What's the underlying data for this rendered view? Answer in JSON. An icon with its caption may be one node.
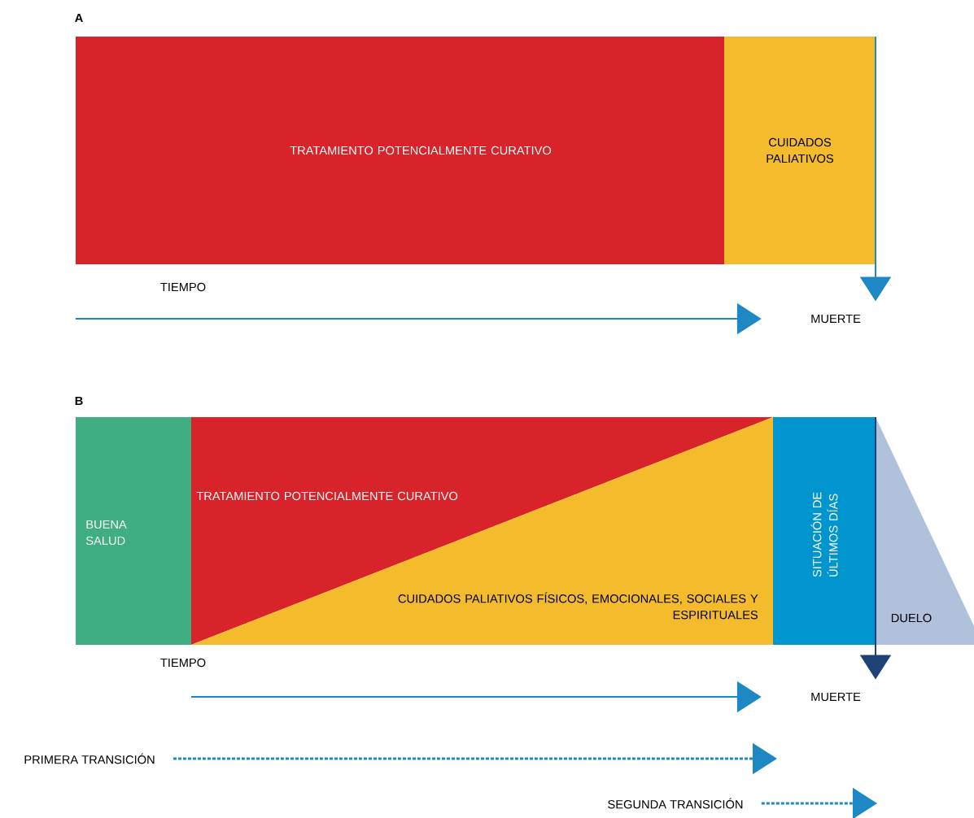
{
  "diagram": {
    "nodes": [
      {
        "text": [
          "TRATAMIENTO POTENCIALMENTE CURATIVO"
        ]
      },
      {
        "text": [
          "CUIDADOS PALIATIVOS"
        ]
      },
      {
        "text": [
          "MUERTE"
        ]
      },
      {
        "text": [
          "BUENA SALUD"
        ]
      },
      {
        "text": [
          "TRATAMIENTO POTENCIALMENTE CURATIVO"
        ]
      },
      {
        "text": [
          "CUIDADOS PALIATIVOS FÍSICOS, EMOCIONALES, SOCIALES Y ESPIRITUALES"
        ]
      },
      {
        "text": [
          "SITUACIÓN DE ÚLTIMOS DÍAS"
        ]
      },
      {
        "text": [
          "DUELO"
        ]
      },
      {
        "text": [
          "MUERTE"
        ]
      },
      {
        "text": [
          "PRIMERA TRANSICIÓN"
        ]
      },
      {
        "text": [
          "SEGUNDA TRANSICIÓN"
        ]
      }
    ],
    "edges": [
      {
        "from": 1,
        "to": 2,
        "arrow": "to"
      },
      {
        "from": 6,
        "to": 8,
        "arrow": "to",
        "color": "#1f4277"
      },
      {
        "from": null,
        "to": 2,
        "arrow": "to"
      },
      {
        "from": null,
        "to": 8,
        "arrow": "to"
      },
      {
        "from": 9,
        "to": null,
        "arrow": "to",
        "style": "dashed"
      },
      {
        "from": 10,
        "to": null,
        "arrow": "to",
        "style": "dashed"
      }
    ],
    "labels": [
      "A",
      "TIEMPO",
      "B",
      "TIEMPO"
    ]
  }
}
